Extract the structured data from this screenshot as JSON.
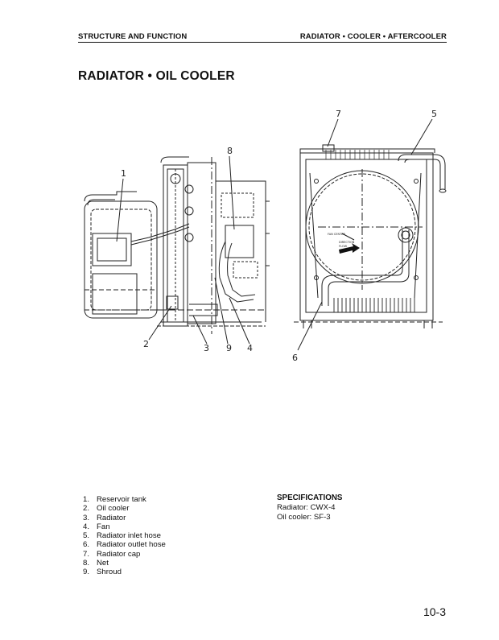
{
  "header": {
    "left": "STRUCTURE AND FUNCTION",
    "right": "RADIATOR • COOLER • AFTERCOOLER"
  },
  "title": "RADIATOR • OIL COOLER",
  "figure": {
    "callouts": [
      "1",
      "2",
      "3",
      "4",
      "5",
      "6",
      "7",
      "8",
      "9"
    ],
    "labels": {
      "fan_center": "FAN CENTER",
      "direction": "DIRECTION",
      "flow": "FLOW"
    }
  },
  "parts": [
    {
      "num": "1.",
      "name": "Reservoir tank"
    },
    {
      "num": "2.",
      "name": "Oil cooler"
    },
    {
      "num": "3.",
      "name": "Radiator"
    },
    {
      "num": "4.",
      "name": "Fan"
    },
    {
      "num": "5.",
      "name": "Radiator inlet hose"
    },
    {
      "num": "6.",
      "name": "Radiator outlet hose"
    },
    {
      "num": "7.",
      "name": "Radiator cap"
    },
    {
      "num": "8.",
      "name": "Net"
    },
    {
      "num": "9.",
      "name": "Shroud"
    }
  ],
  "specifications": {
    "heading": "SPECIFICATIONS",
    "lines": [
      "Radiator: CWX-4",
      "Oil cooler: SF-3"
    ]
  },
  "page_number": "10-3"
}
